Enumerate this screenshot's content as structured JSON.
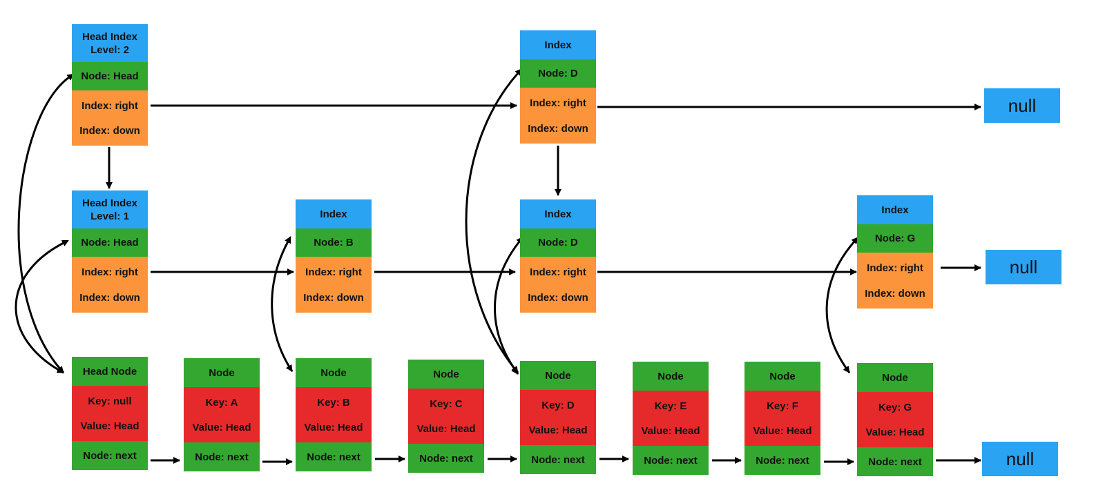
{
  "level2": {
    "head_index": {
      "title": "Head Index\nLevel: 2",
      "node": "Node: Head",
      "right": "Index: right",
      "down": "Index: down"
    },
    "index_d": {
      "title": "Index",
      "node": "Node: D",
      "right": "Index: right",
      "down": "Index: down"
    },
    "null": "null"
  },
  "level1": {
    "head_index": {
      "title": "Head Index\nLevel: 1",
      "node": "Node: Head",
      "right": "Index: right",
      "down": "Index: down"
    },
    "index_b": {
      "title": "Index",
      "node": "Node: B",
      "right": "Index: right",
      "down": "Index: down"
    },
    "index_d": {
      "title": "Index",
      "node": "Node: D",
      "right": "Index: right",
      "down": "Index: down"
    },
    "index_g": {
      "title": "Index",
      "node": "Node: G",
      "right": "Index: right",
      "down": "Index: down"
    },
    "null": "null"
  },
  "nodes": [
    {
      "title": "Head Node",
      "key": "Key: null",
      "value": "Value: Head",
      "next": "Node: next"
    },
    {
      "title": "Node",
      "key": "Key: A",
      "value": "Value: Head",
      "next": "Node: next"
    },
    {
      "title": "Node",
      "key": "Key: B",
      "value": "Value: Head",
      "next": "Node: next"
    },
    {
      "title": "Node",
      "key": "Key: C",
      "value": "Value: Head",
      "next": "Node: next"
    },
    {
      "title": "Node",
      "key": "Key: D",
      "value": "Value: Head",
      "next": "Node: next"
    },
    {
      "title": "Node",
      "key": "Key: E",
      "value": "Value: Head",
      "next": "Node: next"
    },
    {
      "title": "Node",
      "key": "Key: F",
      "value": "Value: Head",
      "next": "Node: next"
    },
    {
      "title": "Node",
      "key": "Key: G",
      "value": "Value: Head",
      "next": "Node: next"
    }
  ],
  "null_bottom": "null",
  "colors": {
    "index_header": "#2aa3f3",
    "node_ref": "#33a72f",
    "index_pointer": "#fb943b",
    "key_value": "#e62a2b",
    "arrow": "#000000"
  }
}
